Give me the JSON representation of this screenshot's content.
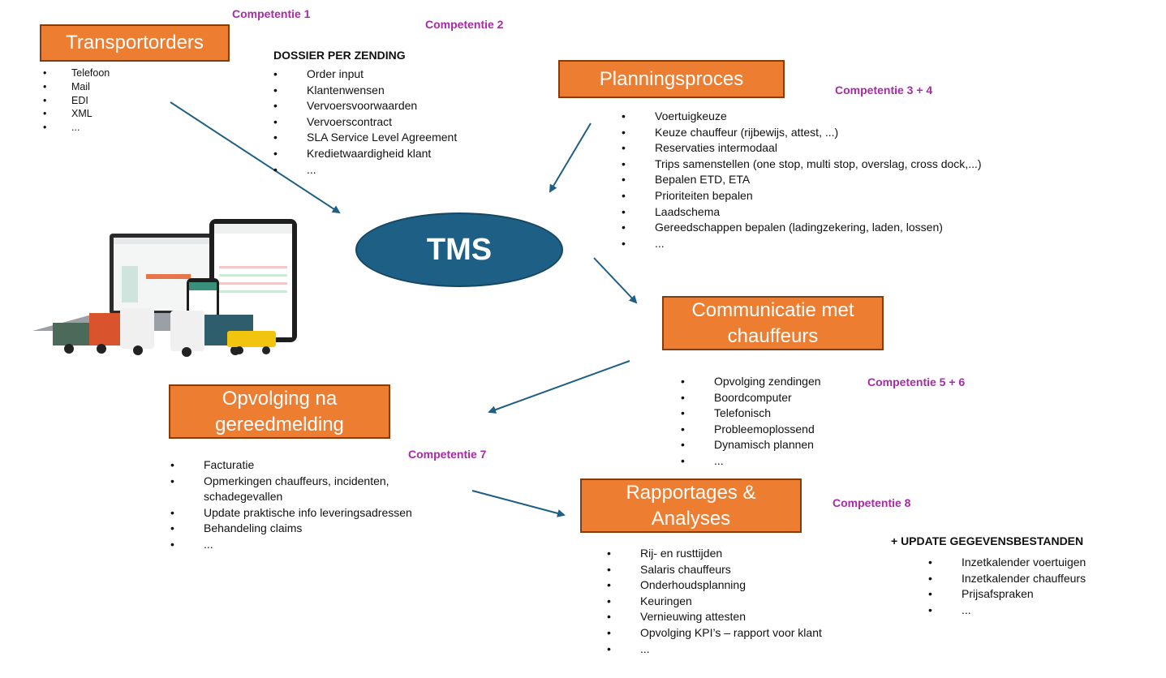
{
  "center": {
    "label": "TMS"
  },
  "transportorders": {
    "title": "Transportorders",
    "competence": "Competentie 1",
    "items": [
      "Telefoon",
      "Mail",
      "EDI",
      "XML",
      "..."
    ]
  },
  "dossier": {
    "competence": "Competentie 2",
    "heading": "DOSSIER PER ZENDING",
    "items": [
      "Order input",
      "Klantenwensen",
      "Vervoersvoorwaarden",
      "Vervoerscontract",
      "SLA Service Level Agreement",
      "Kredietwaardigheid klant",
      "..."
    ]
  },
  "planning": {
    "title": "Planningsproces",
    "competence": "Competentie 3 + 4",
    "items": [
      "Voertuigkeuze",
      "Keuze chauffeur (rijbewijs, attest, ...)",
      "Reservaties intermodaal",
      "Trips samenstellen (one stop, multi stop, overslag, cross dock,...)",
      "Bepalen ETD, ETA",
      "Prioriteiten bepalen",
      "Laadschema",
      "Gereedschappen bepalen (ladingzekering, laden, lossen)",
      "..."
    ]
  },
  "communicatie": {
    "title_line1": "Communicatie met",
    "title_line2": "chauffeurs",
    "competence": "Competentie 5 + 6",
    "items": [
      "Opvolging zendingen",
      "Boordcomputer",
      "Telefonisch",
      "Probleemoplossend",
      "Dynamisch plannen",
      "..."
    ]
  },
  "opvolging": {
    "title_line1": "Opvolging na",
    "title_line2": "gereedmelding",
    "competence": "Competentie 7",
    "items": [
      "Facturatie",
      "Opmerkingen chauffeurs, incidenten,",
      "schadegevallen",
      "Update praktische info leveringsadressen",
      "Behandeling claims",
      "..."
    ]
  },
  "rapportages": {
    "title_line1": "Rapportages &",
    "title_line2": "Analyses",
    "competence": "Competentie 8",
    "items": [
      "Rij- en rusttijden",
      "Salaris chauffeurs",
      "Onderhoudsplanning",
      "Keuringen",
      "Vernieuwing attesten",
      "Opvolging KPI’s – rapport voor klant",
      "..."
    ]
  },
  "update": {
    "heading": "+ UPDATE GEGEVENSBESTANDEN",
    "items": [
      "Inzetkalender voertuigen",
      "Inzetkalender chauffeurs",
      "Prijsafspraken",
      "..."
    ]
  },
  "colors": {
    "box": "#ed7d31",
    "box_border": "#843c0c",
    "competence": "#a52ca5",
    "ellipse": "#1d5f85",
    "arrow": "#1d5f85"
  }
}
